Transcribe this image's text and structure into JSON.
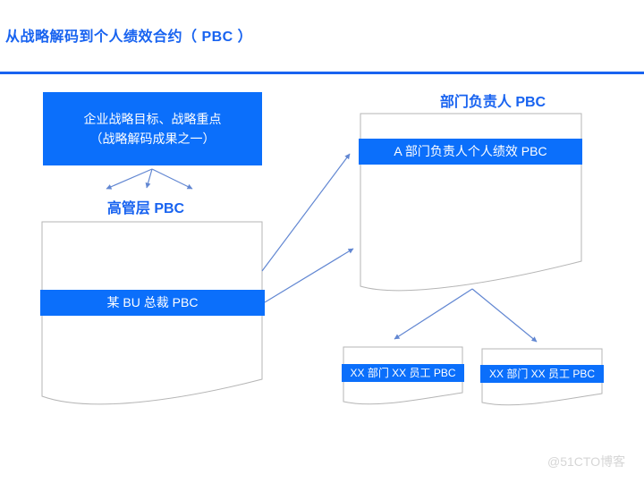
{
  "title": "从战略解码到个人绩效合约（ PBC ）",
  "colors": {
    "accent": "#1863f0",
    "shape_fill": "#0b6ffb",
    "arrow": "#6287d2",
    "doc_border": "#b5b5b5",
    "watermark": "#d6d6d6"
  },
  "strategy_box": {
    "line1": "企业战略目标、战略重点",
    "line2": "（战略解码成果之一）"
  },
  "labels": {
    "executive": "高管层 PBC",
    "department_head": "部门负责人 PBC"
  },
  "documents": {
    "bu_president": {
      "band": "某 BU 总裁 PBC"
    },
    "dept_head": {
      "band": "A 部门负责人个人绩效 PBC"
    },
    "employee_left": {
      "band": "XX 部门 XX 员工 PBC"
    },
    "employee_right": {
      "band": "XX 部门 XX 员工 PBC"
    }
  },
  "watermark": "@51CTO博客"
}
